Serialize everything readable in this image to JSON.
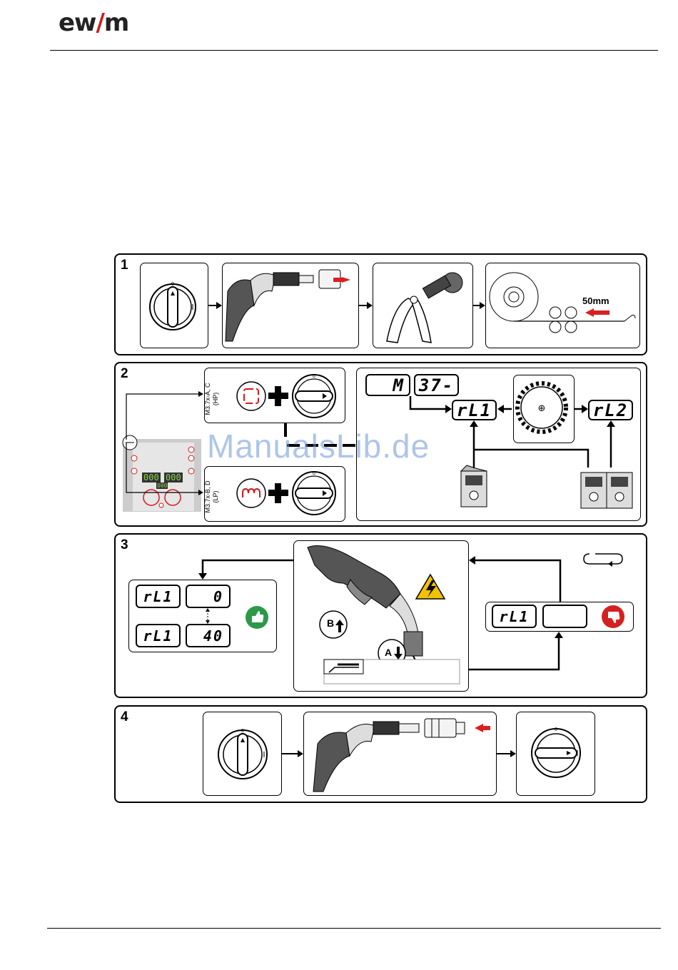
{
  "header": {
    "logo_text_1": "ew",
    "logo_slash": "/",
    "logo_text_2": "m"
  },
  "watermark": "ManualsLib.de",
  "steps": {
    "step1": {
      "number": "1",
      "distance_label": "50mm"
    },
    "step2": {
      "number": "2",
      "label_hp": "M3.7x-A, C\n(HP)",
      "label_lp": "M3.7x-B, D\n(LP)",
      "displays": {
        "d1": "M",
        "d2": "37-",
        "rl1": "rL1",
        "rl2": "rL2"
      },
      "control_panel_digits": {
        "left": "000",
        "right": "000",
        "bottom": "000"
      }
    },
    "step3": {
      "number": "3",
      "left_rows": [
        {
          "label": "rL1",
          "value": "0"
        },
        {
          "label": "rL1",
          "value": "40"
        }
      ],
      "right_row": {
        "label": "rL1",
        "value": ""
      },
      "button_b": "B",
      "button_a": "A"
    },
    "step4": {
      "number": "4"
    }
  },
  "colors": {
    "ok": "#2a9a48",
    "fail": "#d42020",
    "arrow_red": "#d92020",
    "accent_red": "#c81e1e"
  }
}
